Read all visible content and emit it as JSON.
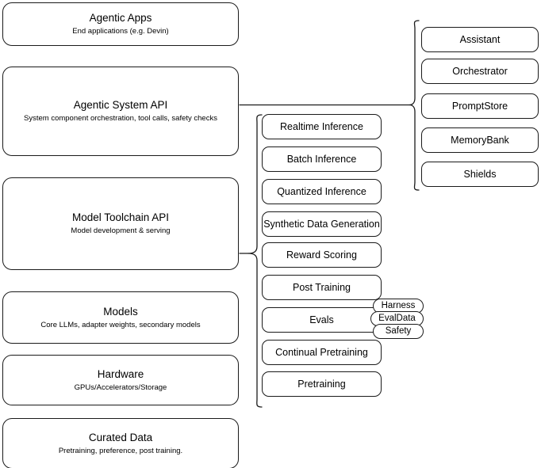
{
  "diagram": {
    "title": "Agentic stack layered architecture",
    "accent_color": "#1a1a1a",
    "background_color": "#ffffff"
  },
  "layers": [
    {
      "id": "agentic-apps",
      "title": "Agentic Apps",
      "subtitle": "End applications (e.g. Devin)"
    },
    {
      "id": "agentic-system-api",
      "title": "Agentic System API",
      "subtitle": "System component orchestration, tool calls, safety checks"
    },
    {
      "id": "model-toolchain-api",
      "title": "Model Toolchain API",
      "subtitle": "Model development & serving"
    },
    {
      "id": "models",
      "title": "Models",
      "subtitle": "Core LLMs, adapter weights, secondary models"
    },
    {
      "id": "hardware",
      "title": "Hardware",
      "subtitle": "GPUs/Accelerators/Storage"
    },
    {
      "id": "curated-data",
      "title": "Curated Data",
      "subtitle": "Pretraining, preference, post training."
    }
  ],
  "toolchain_components": [
    {
      "id": "realtime-inference",
      "label": "Realtime Inference"
    },
    {
      "id": "batch-inference",
      "label": "Batch Inference"
    },
    {
      "id": "quantized-inference",
      "label": "Quantized Inference"
    },
    {
      "id": "synthetic-data-generation",
      "label": "Synthetic Data Generation"
    },
    {
      "id": "reward-scoring",
      "label": "Reward Scoring"
    },
    {
      "id": "post-training",
      "label": "Post Training"
    },
    {
      "id": "evals",
      "label": "Evals"
    },
    {
      "id": "continual-pretraining",
      "label": "Continual Pretraining"
    },
    {
      "id": "pretraining",
      "label": "Pretraining"
    }
  ],
  "system_components": [
    {
      "id": "assistant",
      "label": "Assistant"
    },
    {
      "id": "orchestrator",
      "label": "Orchestrator"
    },
    {
      "id": "promptstore",
      "label": "PromptStore"
    },
    {
      "id": "memorybank",
      "label": "MemoryBank"
    },
    {
      "id": "shields",
      "label": "Shields"
    }
  ],
  "eval_pills": [
    {
      "id": "harness",
      "label": "Harness"
    },
    {
      "id": "evaldata",
      "label": "EvalData"
    },
    {
      "id": "safety",
      "label": "Safety"
    }
  ]
}
